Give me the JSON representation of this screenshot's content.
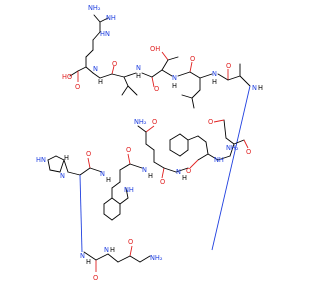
{
  "palette": {
    "carbon": "#000000",
    "oxygen": "#e02020",
    "nitrogen": "#2040e0",
    "background": "#ffffff"
  },
  "labels": {
    "NH2_arg": "NH₂",
    "NH_arg": "NH",
    "HN_arg": "HN",
    "HO_c": "HO",
    "O_c": "O",
    "H_1": "H",
    "H_2": "H",
    "O_1": "O",
    "OH_thr": "OH",
    "O_2": "O",
    "N_1": "N",
    "O_3": "O",
    "H_3": "H",
    "H_4": "H",
    "O_4": "O",
    "N_2": "N",
    "O_5": "O",
    "N_3": "N",
    "H_5": "H",
    "H_6": "H",
    "O_6": "O",
    "NH2_q": "NH₂",
    "HN_im": "HN",
    "N_im": "N",
    "H_7": "H",
    "N_4": "N",
    "H_8": "H",
    "N_5": "N",
    "O_7": "O",
    "NH2_n": "NH₂",
    "O_8": "O",
    "N_6": "N",
    "O_9": "O",
    "H_9": "H",
    "NH_trp": "NH",
    "N_7": "N",
    "O_10": "O",
    "N_8": "N",
    "H_10": "H",
    "NH_asn": "NH",
    "O_11": "O",
    "O_12": "O",
    "N_9": "N",
    "H_11": "H",
    "NH2_g": "NH₂",
    "O_13": "O"
  }
}
